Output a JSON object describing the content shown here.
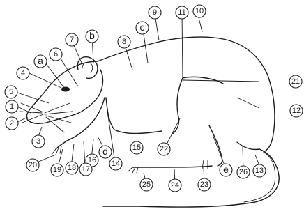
{
  "labels": {
    "l1": "1",
    "l2": "2",
    "l3": "3",
    "l4": "4",
    "l5": "5",
    "l6": "6",
    "l7": "7",
    "l8": "8",
    "l9": "9",
    "l10": "10",
    "l11": "11",
    "l12": "12",
    "l13": "13",
    "l14": "14",
    "l15": "15",
    "l16": "16",
    "l17": "17",
    "l18": "18",
    "l19": "19",
    "l20": "20",
    "l21": "21",
    "l22": "22",
    "l23": "23",
    "l24": "24",
    "l25": "25",
    "l26": "26",
    "la": "a",
    "lb": "b",
    "lc": "c",
    "ld": "d",
    "le": "e"
  },
  "colors": {
    "ink": "#1a1a1a",
    "paper": "#ffffff"
  }
}
